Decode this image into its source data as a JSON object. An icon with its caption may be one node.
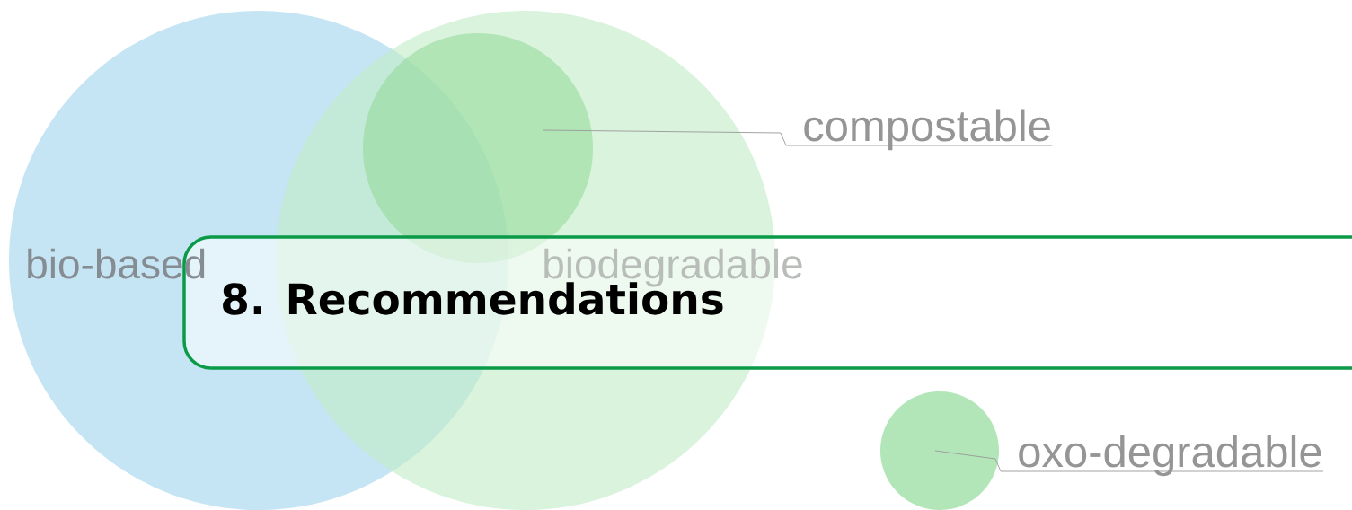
{
  "diagram": {
    "title": "8.  Recommendations",
    "nodes": [
      {
        "text": [
          "bio-based"
        ]
      },
      {
        "text": [
          "biodegradable"
        ]
      },
      {
        "text": [],
        "shape": "circle",
        "in": 1
      },
      {
        "text": [
          "compostable"
        ]
      },
      {
        "text": [],
        "shape": "circle"
      },
      {
        "text": [
          "oxo-degradable"
        ]
      }
    ],
    "edges": [
      {
        "from": 3,
        "to": 2,
        "arrow": "none"
      },
      {
        "from": 5,
        "to": 4,
        "arrow": "none"
      }
    ]
  }
}
